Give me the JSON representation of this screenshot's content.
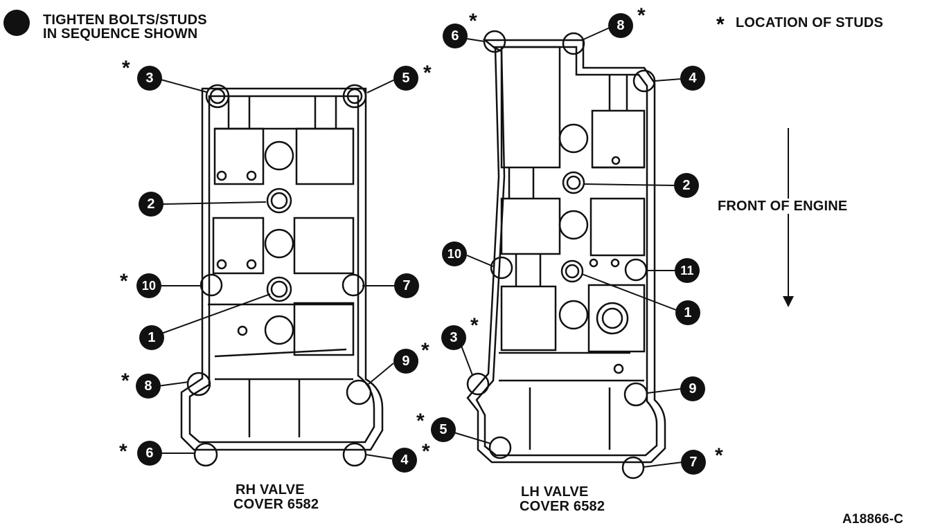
{
  "legend": {
    "sequence_line1": "TIGHTEN BOLTS/STUDS",
    "sequence_line2": "IN SEQUENCE SHOWN",
    "studs_label": "LOCATION OF STUDS",
    "star": "*"
  },
  "front_label": "FRONT OF ENGINE",
  "rh_cover": {
    "title_line1": "RH VALVE",
    "title_line2": "COVER 6582",
    "callouts": {
      "c1": "1",
      "c2": "2",
      "c3": "3",
      "c4": "4",
      "c5": "5",
      "c6": "6",
      "c7": "7",
      "c8": "8",
      "c9": "9",
      "c10": "10"
    }
  },
  "lh_cover": {
    "title_line1": "LH VALVE",
    "title_line2": "COVER 6582",
    "callouts": {
      "c1": "1",
      "c2": "2",
      "c3": "3",
      "c4": "4",
      "c5": "5",
      "c6": "6",
      "c7": "7",
      "c8": "8",
      "c9": "9",
      "c10": "10",
      "c11": "11"
    }
  },
  "figure_id": "A18866-C"
}
